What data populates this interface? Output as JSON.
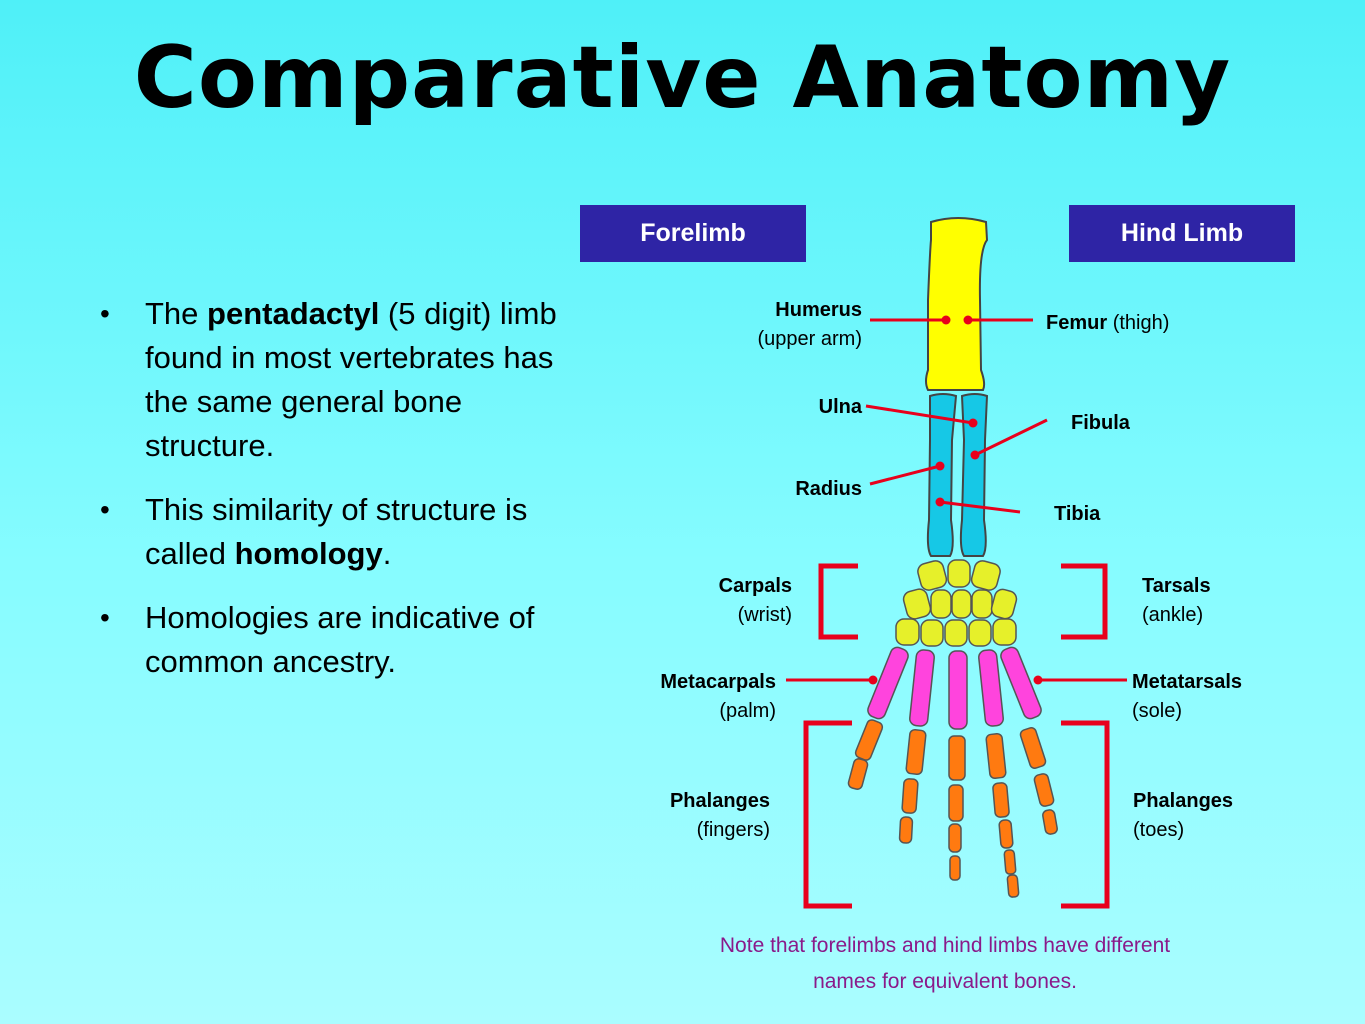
{
  "title": "Comparative Anatomy",
  "bullets": [
    {
      "pre": "The ",
      "bold": "pentadactyl",
      "post": " (5 digit) limb found in most vertebrates has the same general bone structure."
    },
    {
      "pre": "This similarity of structure is called ",
      "bold": "homology",
      "post": "."
    },
    {
      "pre": "Homologies are indicative of common ancestry.",
      "bold": "",
      "post": ""
    }
  ],
  "headers": {
    "forelimb": "Forelimb",
    "hindlimb": "Hind Limb"
  },
  "labels": {
    "humerus": "Humerus",
    "humerus_sub": "(upper arm)",
    "femur": "Femur",
    "femur_sub": "(thigh)",
    "ulna": "Ulna",
    "fibula": "Fibula",
    "radius": "Radius",
    "tibia": "Tibia",
    "carpals": "Carpals",
    "carpals_sub": "(wrist)",
    "tarsals": "Tarsals",
    "tarsals_sub": "(ankle)",
    "metacarpals": "Metacarpals",
    "metacarpals_sub": "(palm)",
    "metatarsals": "Metatarsals",
    "metatarsals_sub": "(sole)",
    "phalanges_fore": "Phalanges",
    "phalanges_fore_sub": "(fingers)",
    "phalanges_hind": "Phalanges",
    "phalanges_hind_sub": "(toes)"
  },
  "note": {
    "line1": "Note that forelimbs and hind limbs have different",
    "line2": "names for equivalent bones."
  },
  "colors": {
    "upper_bone": "#ffff00",
    "long_bones": "#16c8e6",
    "wrist_bones": "#e6f02a",
    "palm_bones": "#ff44dd",
    "digit_bones": "#ff7a10",
    "pointer": "#e8001c",
    "header_bg": "#2e24a5"
  }
}
